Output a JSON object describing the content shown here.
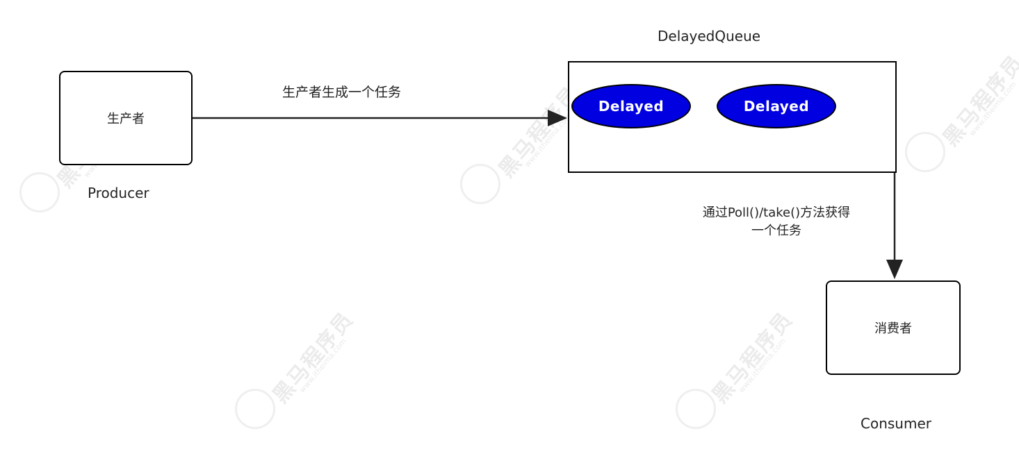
{
  "producer": {
    "node_label": "生产者",
    "caption": "Producer"
  },
  "queue": {
    "title": "DelayedQueue",
    "items": [
      {
        "label": "Delayed"
      },
      {
        "label": "Delayed"
      }
    ],
    "fill_color": "#0000e0"
  },
  "consumer": {
    "node_label": "消费者",
    "caption": "Consumer"
  },
  "edges": {
    "produce_label": "生产者生成一个任务",
    "consume_label_line1": "通过Poll()/take()方法获得",
    "consume_label_line2": "一个任务"
  }
}
